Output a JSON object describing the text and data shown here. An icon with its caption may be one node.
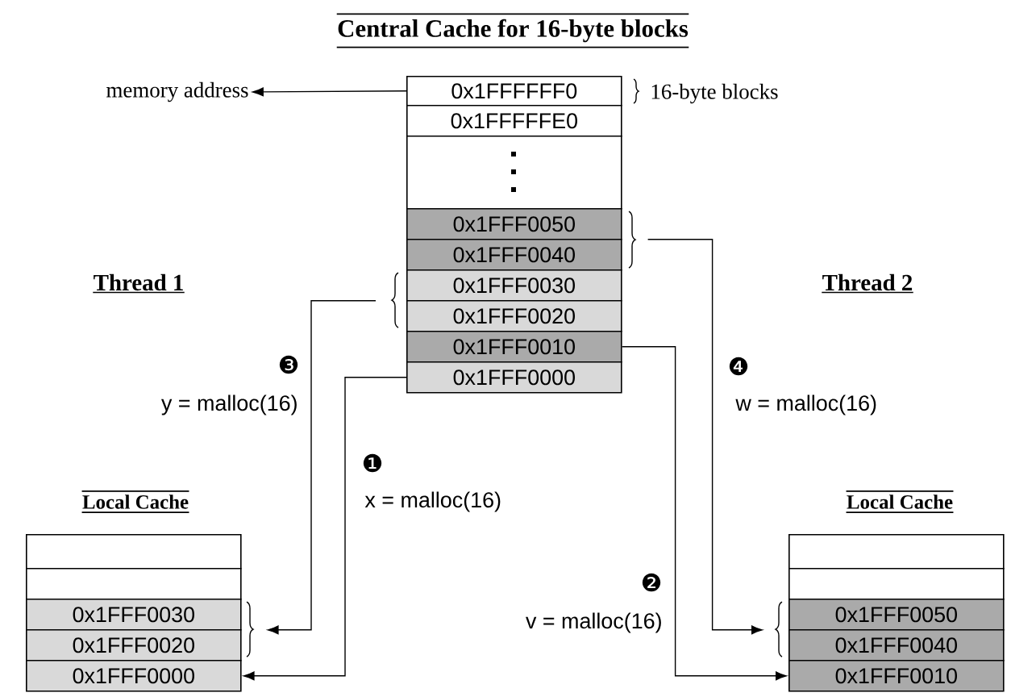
{
  "diagram": {
    "title": "Central Cache for 16-byte blocks",
    "nodes": [
      {
        "text": [
          "memory address"
        ]
      },
      {
        "text": [
          "0x1FFFFFF0"
        ]
      },
      {
        "text": [
          "0x1FFFFFE0"
        ]
      },
      {
        "text": [],
        "shape": "box"
      },
      {
        "text": [
          "0x1FFF0050"
        ]
      },
      {
        "text": [
          "0x1FFF0040"
        ]
      },
      {
        "text": [
          "0x1FFF0030"
        ]
      },
      {
        "text": [
          "0x1FFF0020"
        ]
      },
      {
        "text": [
          "0x1FFF0010"
        ]
      },
      {
        "text": [
          "0x1FFF0000"
        ]
      },
      {
        "text": [],
        "shape": "box"
      },
      {
        "text": [],
        "shape": "box"
      },
      {
        "text": [
          "0x1FFF0030"
        ]
      },
      {
        "text": [
          "0x1FFF0020"
        ]
      },
      {
        "text": [
          "0x1FFF0000"
        ]
      },
      {
        "text": [],
        "shape": "box"
      },
      {
        "text": [],
        "shape": "box"
      },
      {
        "text": [
          "0x1FFF0050"
        ]
      },
      {
        "text": [
          "0x1FFF0040"
        ]
      },
      {
        "text": [
          "0x1FFF0010"
        ]
      }
    ],
    "edges": [
      {
        "from": 1,
        "to": 0,
        "arrow": "to"
      },
      {
        "from": 9,
        "to": 14,
        "arrow": "to",
        "label": "x = malloc(16)"
      },
      {
        "from": 8,
        "to": 19,
        "arrow": "to",
        "label": "v = malloc(16)"
      },
      {
        "from": 6,
        "to": 12,
        "arrow": "to",
        "label": "y = malloc(16)"
      },
      {
        "from": 7,
        "to": 13,
        "arrow": "to"
      },
      {
        "from": 4,
        "to": 17,
        "arrow": "to",
        "label": "w = malloc(16)"
      },
      {
        "from": 5,
        "to": 18,
        "arrow": "to"
      }
    ],
    "labels": [
      "16-byte blocks",
      "Thread 1",
      "Thread 2",
      "❸",
      "❹",
      "❶",
      "Local Cache",
      "Local Cache",
      "❷"
    ]
  }
}
